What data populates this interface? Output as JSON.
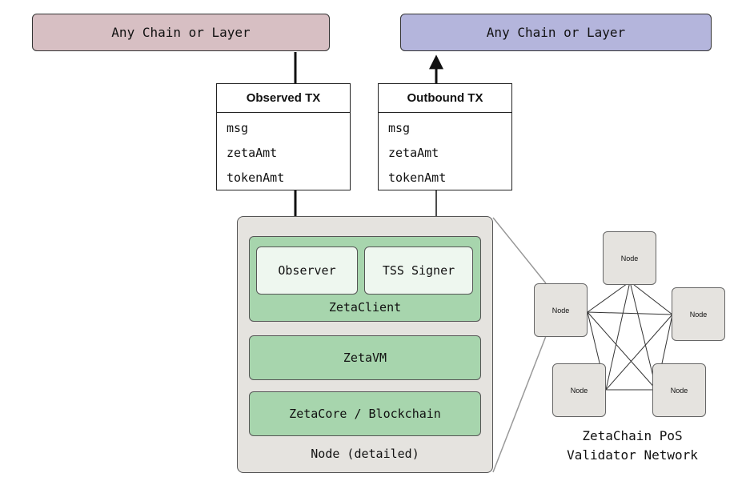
{
  "source_chain": {
    "label": "Any Chain or Layer",
    "color": "#d7bfc3"
  },
  "dest_chain": {
    "label": "Any Chain or Layer",
    "color": "#b4b5dc"
  },
  "observed_tx": {
    "title": "Observed TX",
    "fields": [
      "msg",
      "zetaAmt",
      "tokenAmt"
    ]
  },
  "outbound_tx": {
    "title": "Outbound TX",
    "fields": [
      "msg",
      "zetaAmt",
      "tokenAmt"
    ]
  },
  "node_detailed": {
    "label": "Node (detailed)",
    "zetaclient": {
      "label": "ZetaClient",
      "observer": "Observer",
      "tss_signer": "TSS Signer"
    },
    "zetavm": "ZetaVM",
    "zetacore": "ZetaCore / Blockchain"
  },
  "network": {
    "nodes": [
      "Node",
      "Node",
      "Node",
      "Node",
      "Node"
    ],
    "caption_line1": "ZetaChain PoS",
    "caption_line2": "Validator Network"
  }
}
